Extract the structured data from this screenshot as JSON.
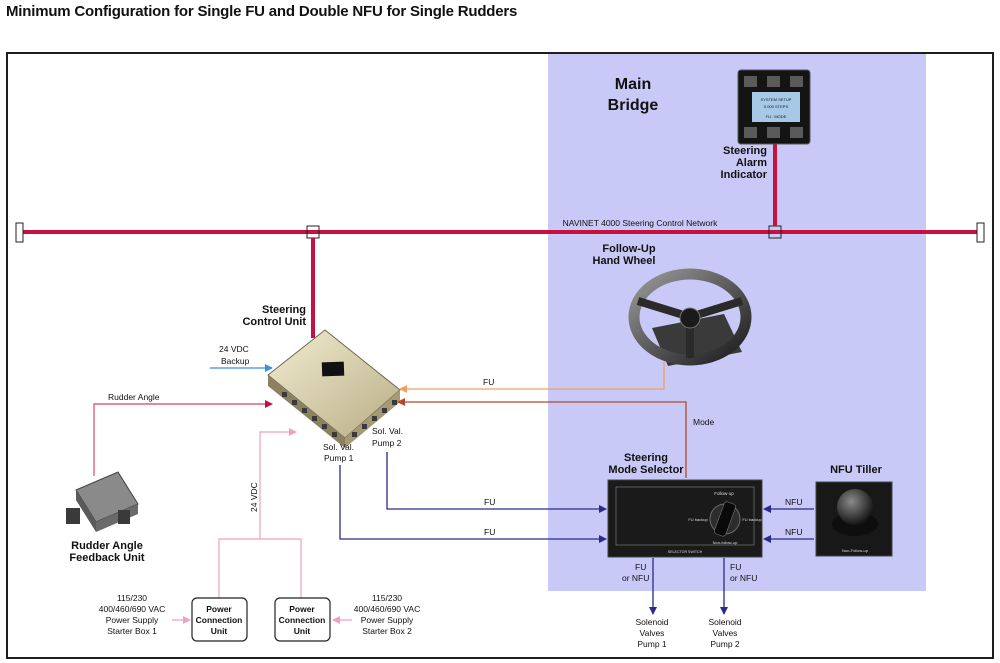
{
  "title": "Minimum Configuration for Single FU and Double NFU for Single Rudders",
  "colors": {
    "network": "#c8103e",
    "bridge_zone": "#c9c9f8",
    "fu_line": "#f0a060",
    "mode_line": "#b04a2a",
    "valve_line": "#2a2a8a",
    "power_line": "#f0a0c0",
    "backup_line": "#3a8ee0"
  },
  "zone": {
    "label": "Main Bridge"
  },
  "network": {
    "label": "NAVINET 4000 Steering Control Network"
  },
  "devices": {
    "alarm": {
      "label": "Steering Alarm Indicator",
      "screen_lines": [
        "SYSTEM SETUP",
        "0.000 STEPS",
        "FU : MODE"
      ]
    },
    "handwheel": {
      "label": "Follow-Up Hand Wheel"
    },
    "control_unit": {
      "label": "Steering Control Unit"
    },
    "selector": {
      "label": "Steering Mode Selector",
      "panel_top": "Follow-up",
      "panel_left": "FU backup",
      "panel_right": "FU backup",
      "panel_bottom": "Non-follow-up",
      "footer": "SELECTOR SWITCH"
    },
    "tiller": {
      "label": "NFU Tiller",
      "caption": "Non-Follow-up"
    },
    "rudder": {
      "label": "Rudder Angle Feedback Unit"
    },
    "pcu1": {
      "label": "Power Connection Unit"
    },
    "pcu2": {
      "label": "Power Connection Unit"
    }
  },
  "connections": {
    "backup": "24 VDC Backup",
    "rudder_angle": "Rudder Angle",
    "fu_wheel": "FU",
    "mode": "Mode",
    "sol_val_pump1": "Sol. Val. Pump 1",
    "sol_val_pump2": "Sol. Val. Pump 2",
    "fu_1": "FU",
    "fu_2": "FU",
    "nfu_1": "NFU",
    "nfu_2": "NFU",
    "fu_or_nfu_1": "FU or NFU",
    "fu_or_nfu_2": "FU or NFU",
    "vdc24": "24 VDC"
  },
  "outputs": {
    "valves1": "Solenoid Valves Pump 1",
    "valves2": "Solenoid Valves Pump 2"
  },
  "supplies": {
    "box1": "115/230 400/460/690 VAC Power Supply Starter Box 1",
    "box2": "115/230 400/460/690 VAC Power Supply Starter Box 2"
  }
}
